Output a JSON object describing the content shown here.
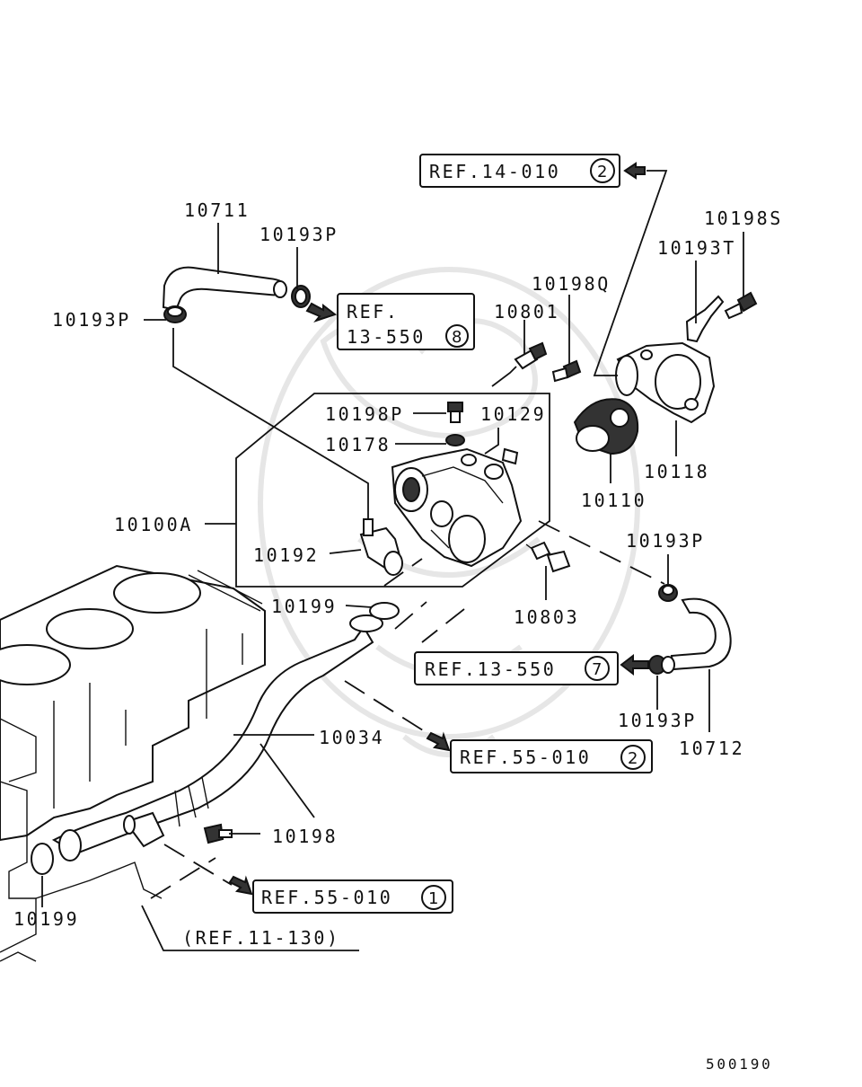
{
  "part_numbers": {
    "p10711": "10711",
    "p10193P_top": "10193P",
    "p10193P_left": "10193P",
    "p10198S": "10198S",
    "p10193T": "10193T",
    "p10198Q": "10198Q",
    "p10801": "10801",
    "p10198P": "10198P",
    "p10129": "10129",
    "p10178": "10178",
    "p10118": "10118",
    "p10110": "10110",
    "p10100A": "10100A",
    "p10192": "10192",
    "p10193P_right": "10193P",
    "p10803": "10803",
    "p10199_mid": "10199",
    "p10193P_lower": "10193P",
    "p10712": "10712",
    "p10034": "10034",
    "p10198": "10198",
    "p10199_left": "10199"
  },
  "references": {
    "ref_14_010": {
      "text": "REF.14-010",
      "circle": "2"
    },
    "ref_13_550_8_line1": "REF.",
    "ref_13_550_8_line2": "13-550",
    "ref_13_550_8_circle": "8",
    "ref_13_550_7": {
      "text": "REF.13-550",
      "circle": "7"
    },
    "ref_55_010_2": {
      "text": "REF.55-010",
      "circle": "2"
    },
    "ref_55_010_1": {
      "text": "REF.55-010",
      "circle": "1"
    },
    "ref_11_130": "(REF.11-130)"
  },
  "diagram_code": "500190"
}
